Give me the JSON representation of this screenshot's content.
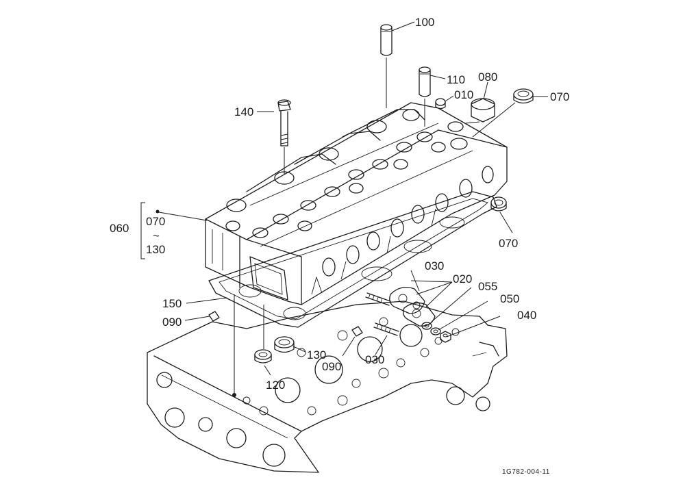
{
  "diagram": {
    "reference_code": "1G782-004-11",
    "callouts": {
      "c100": "100",
      "c110": "110",
      "c080": "080",
      "c010": "010",
      "c070_top": "070",
      "c140": "140",
      "c060": "060",
      "c070_range": "070",
      "c_tilde": "~",
      "c130_range": "130",
      "c070_right": "070",
      "c030_top": "030",
      "c020": "020",
      "c055": "055",
      "c050": "050",
      "c040": "040",
      "c150": "150",
      "c090_left": "090",
      "c130": "130",
      "c090_mid": "090",
      "c030_bottom": "030",
      "c120": "120"
    }
  }
}
